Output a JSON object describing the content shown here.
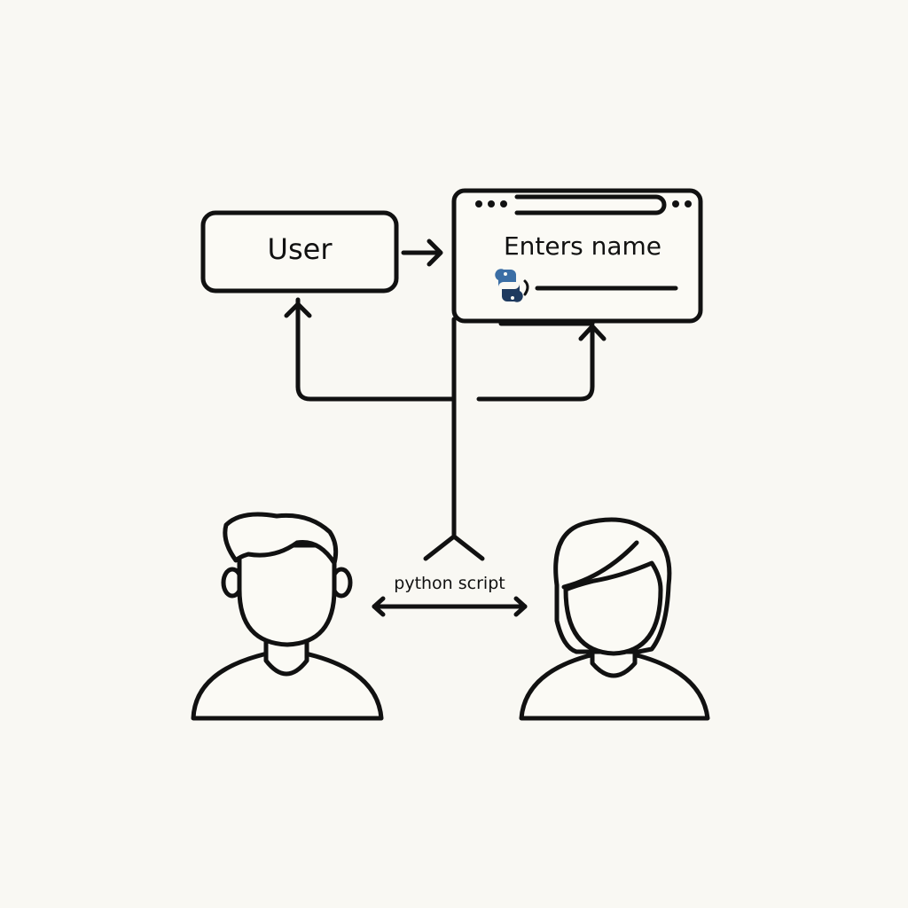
{
  "diagram": {
    "user_box": {
      "label": "User"
    },
    "app_window": {
      "title": "Enters name",
      "logo_icon": "python-logo-icon"
    },
    "script_label": "python script",
    "people": [
      "man-icon",
      "woman-icon"
    ]
  },
  "colors": {
    "background": "#f9f8f3",
    "stroke": "#111111",
    "python_blue": "#3b6ea5",
    "python_navy": "#1e3a5f"
  }
}
